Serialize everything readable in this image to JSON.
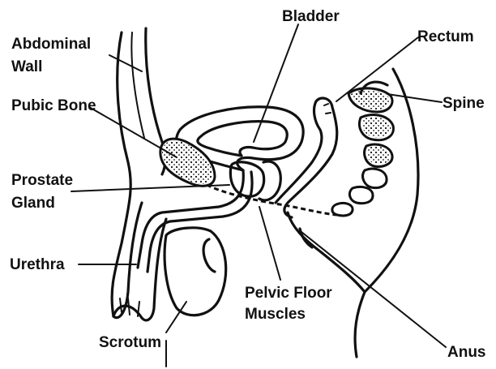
{
  "labels": {
    "bladder": "Bladder",
    "rectum": "Rectum",
    "abdominal_wall_1": "Abdominal",
    "abdominal_wall_2": "Wall",
    "spine": "Spine",
    "pubic_bone": "Pubic Bone",
    "prostate_1": "Prostate",
    "prostate_2": "Gland",
    "urethra": "Urethra",
    "pelvic_floor_1": "Pelvic Floor",
    "pelvic_floor_2": "Muscles",
    "scrotum": "Scrotum",
    "anus": "Anus"
  }
}
